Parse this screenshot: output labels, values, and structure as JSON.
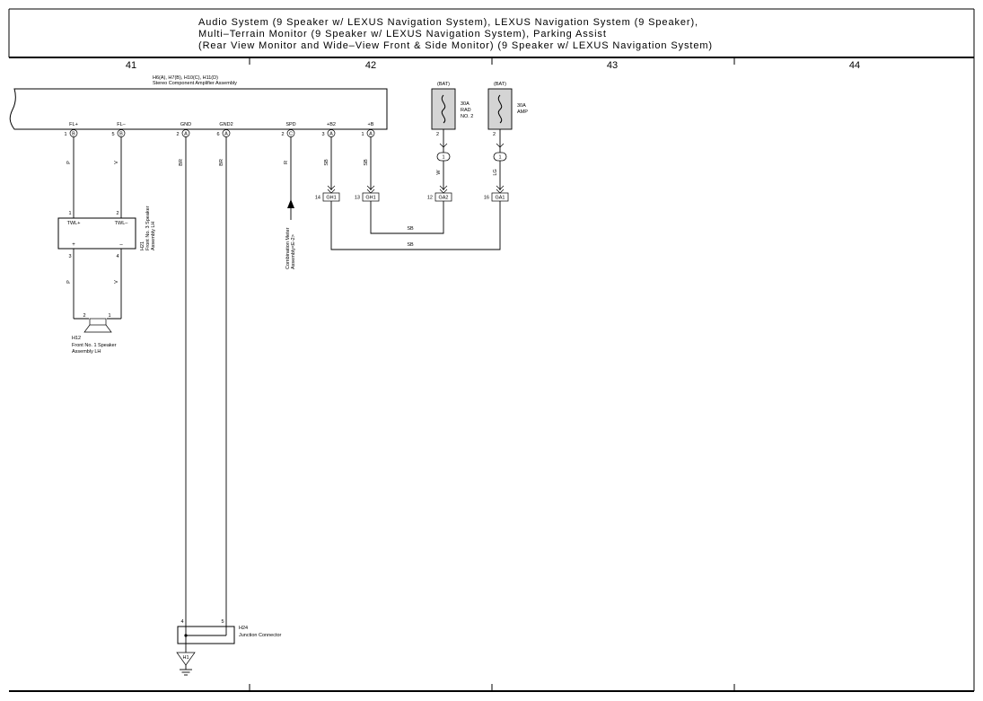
{
  "header": {
    "lines": [
      "Audio System (9 Speaker w/ LEXUS Navigation System),  LEXUS Navigation System (9 Speaker),",
      "Multi–Terrain Monitor (9 Speaker w/ LEXUS Navigation System),  Parking Assist",
      "(Rear View Monitor and Wide–View Front & Side Monitor) (9 Speaker w/ LEXUS Navigation System)"
    ]
  },
  "grid_columns": [
    "41",
    "42",
    "43",
    "44"
  ],
  "amplifier": {
    "connectors": "H6(A), H7(B), H10(C), H11(D)",
    "name": "Stereo Component Amplifier Assembly",
    "pins": [
      {
        "name": "FL+",
        "pin": "1",
        "conn": "B",
        "wire": "P"
      },
      {
        "name": "FL–",
        "pin": "5",
        "conn": "B",
        "wire": "V"
      },
      {
        "name": "GND",
        "pin": "2",
        "conn": "A",
        "wire": "BR"
      },
      {
        "name": "GND2",
        "pin": "6",
        "conn": "A",
        "wire": "BR"
      },
      {
        "name": "SPD",
        "pin": "2",
        "conn": "C",
        "wire": "R"
      },
      {
        "name": "+B2",
        "pin": "3",
        "conn": "A",
        "wire": "SB"
      },
      {
        "name": "+B",
        "pin": "1",
        "conn": "A",
        "wire": "SB"
      }
    ]
  },
  "fuses": [
    {
      "source": "(BAT)",
      "label": [
        "30A",
        "RAD",
        "NO. 2"
      ],
      "pin": "2",
      "splice": "1",
      "wire": "W",
      "conn_pin": "12",
      "conn": "GA2"
    },
    {
      "source": "(BAT)",
      "label": [
        "30A",
        "AMP"
      ],
      "pin": "2",
      "splice": "1",
      "wire": "LG",
      "conn_pin": "16",
      "conn": "GA1"
    }
  ],
  "inline_connectors": [
    {
      "pin": "14",
      "conn": "GH1"
    },
    {
      "pin": "13",
      "conn": "GH1"
    }
  ],
  "bus_wires": [
    "SB",
    "SB"
  ],
  "tweeter": {
    "id": "H21",
    "name": [
      "Front No. 3 Speaker",
      "Assembly LH"
    ],
    "pin_top_1": "1",
    "pin_top_2": "2",
    "term_1": "TWL+",
    "term_2": "TWL–",
    "pol_1": "+",
    "pol_2": "–",
    "pin_bot_1": "3",
    "pin_bot_2": "4",
    "wire_1": "P",
    "wire_2": "V"
  },
  "speaker": {
    "id": "H12",
    "name": [
      "Front No. 1 Speaker",
      "Assembly LH"
    ],
    "pin_1": "2",
    "pin_2": "1"
  },
  "combination_meter": [
    "Combination Meter",
    "Assembly<E-2>"
  ],
  "junction": {
    "id": "H24",
    "name": "Junction Connector",
    "pin_1": "4",
    "pin_2": "5"
  },
  "ground": "H1"
}
